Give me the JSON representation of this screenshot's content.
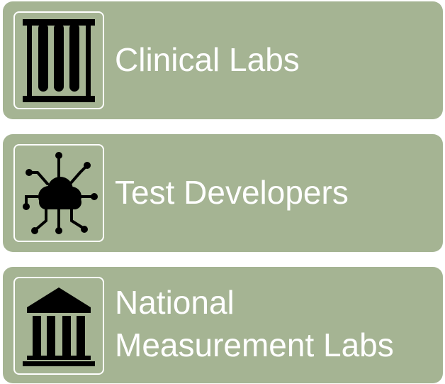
{
  "items": [
    {
      "label_lines": [
        "Clinical Labs"
      ],
      "icon": "test-tubes-icon"
    },
    {
      "label_lines": [
        "Test Developers"
      ],
      "icon": "cloud-circuit-icon"
    },
    {
      "label_lines": [
        "National",
        "Measurement Labs"
      ],
      "icon": "government-building-icon"
    }
  ],
  "colors": {
    "card_background": "#a5b493",
    "text": "#ffffff",
    "icon": "#000000"
  }
}
